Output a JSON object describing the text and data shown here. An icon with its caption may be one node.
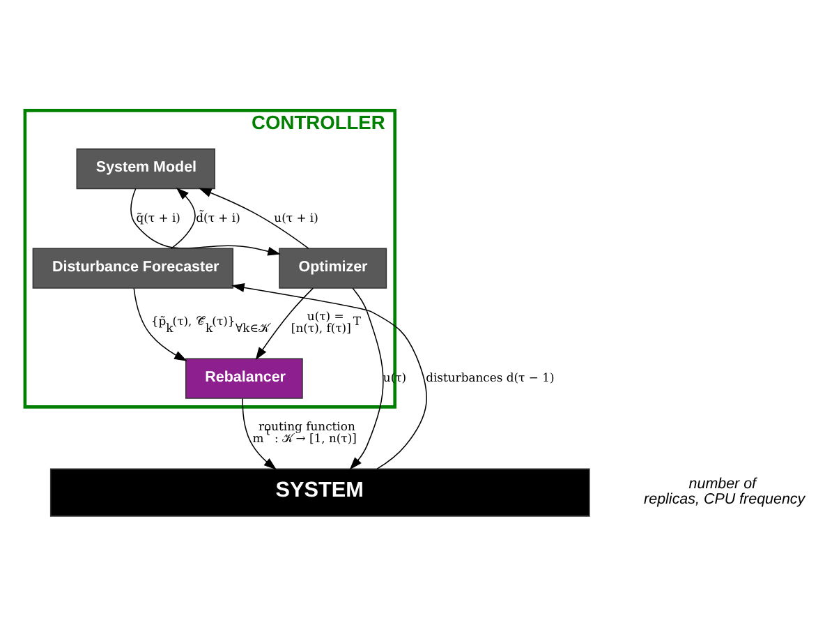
{
  "diagram": {
    "nodes": [
      {
        "text": [
          "CONTROLLER"
        ]
      },
      {
        "text": [
          "System Model"
        ],
        "in": 0
      },
      {
        "text": [
          "Disturbance Forecaster"
        ],
        "in": 0
      },
      {
        "text": [
          "Optimizer"
        ],
        "in": 0
      },
      {
        "text": [
          "Rebalancer"
        ],
        "in": 0
      },
      {
        "text": [
          "SYSTEM"
        ]
      }
    ],
    "edges": [
      {
        "from": 2,
        "to": 1,
        "arrow": "to",
        "label": "d̃(τ + i)"
      },
      {
        "from": 1,
        "to": 3,
        "arrow": "to",
        "label": "q̃(τ + i)"
      },
      {
        "from": 3,
        "to": 1,
        "arrow": "to",
        "label": "u(τ + i)"
      },
      {
        "from": 2,
        "to": 4,
        "arrow": "to",
        "label": "{p̃$_{k}$(τ), 𝒞̃$_{k}$(τ)}$_{∀k∈𝒦}$"
      },
      {
        "from": 3,
        "to": 4,
        "arrow": "to",
        "label": "u(τ) = [n(τ), f(τ)]$^{T}$"
      },
      {
        "from": 5,
        "to": 2,
        "arrow": "to",
        "label": "disturbances d(τ − 1)"
      },
      {
        "from": 4,
        "to": 5,
        "arrow": "to",
        "label": "routing function m$^{τ}$ : 𝒦 → [1, n(τ)]"
      },
      {
        "from": 3,
        "to": 5,
        "arrow": "to",
        "label": "u(τ)"
      }
    ],
    "labels": [
      "number of replicas, CPU frequency"
    ]
  }
}
